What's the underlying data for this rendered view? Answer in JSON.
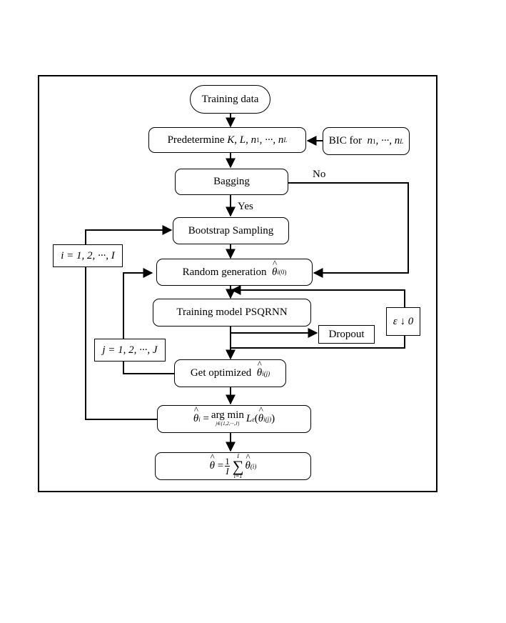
{
  "nodes": {
    "training_data": "Training data",
    "predetermine": "Predetermine",
    "predetermine_params": "K, L, n",
    "bic": "BIC for",
    "bic_params": "n",
    "bagging": "Bagging",
    "bootstrap": "Bootstrap Sampling",
    "random_generation": "Random generation",
    "training_model": "Training model PSQRNN",
    "dropout": "Dropout",
    "get_optimized": "Get optimized",
    "epsilon": "ε ↓ 0",
    "i_loop": "i = 1, 2, ···, I",
    "j_loop": "j = 1, 2, ···, J"
  },
  "edge_labels": {
    "yes": "Yes",
    "no": "No"
  }
}
